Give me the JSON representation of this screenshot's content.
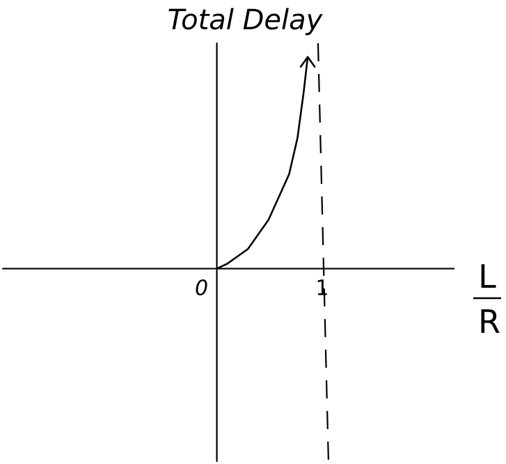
{
  "chart_data": {
    "type": "line",
    "title": "Total Delay",
    "xlabel_numerator": "L",
    "xlabel_denominator": "R",
    "xticks": [
      {
        "value": 0,
        "label": "0"
      },
      {
        "value": 1,
        "label": "1"
      }
    ],
    "asymptote_x": 1,
    "xlim": [
      -2.1,
      2.8
    ],
    "ylim": [
      -1.2,
      1.65
    ],
    "series": [
      {
        "x": [
          0,
          0.1,
          0.3,
          0.5,
          0.7,
          0.78,
          0.84,
          0.88
        ],
        "y": [
          0,
          0.03,
          0.12,
          0.3,
          0.58,
          0.8,
          1.08,
          1.3
        ]
      }
    ],
    "grid": false,
    "legend": "none"
  }
}
